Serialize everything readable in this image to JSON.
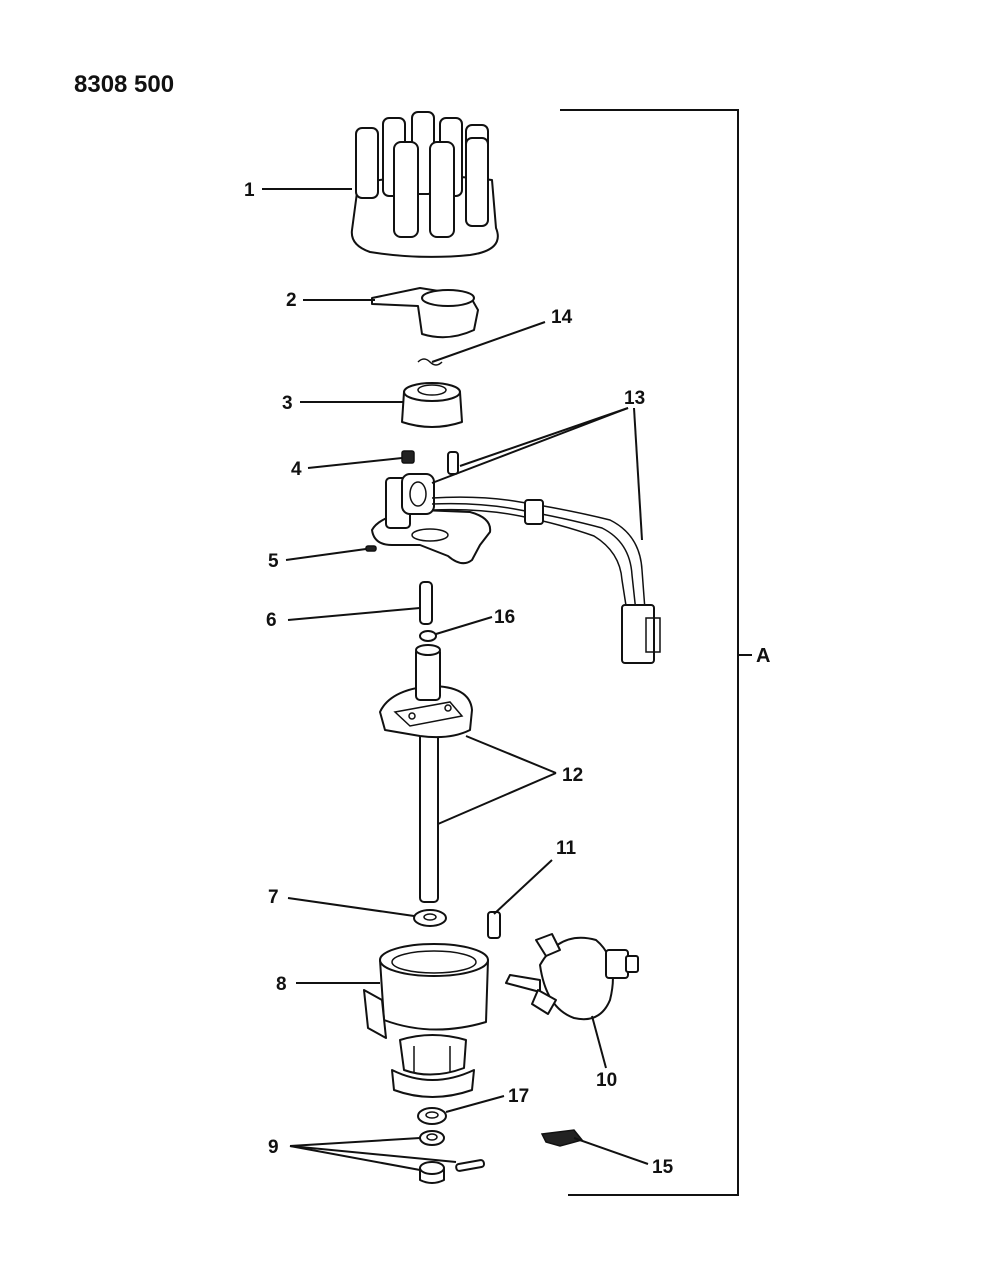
{
  "diagram": {
    "code": "8308 500",
    "callouts": [
      "1",
      "2",
      "3",
      "4",
      "5",
      "6",
      "7",
      "8",
      "9",
      "10",
      "11",
      "12",
      "13",
      "14",
      "15",
      "16",
      "17"
    ],
    "assembly_label": "A"
  }
}
